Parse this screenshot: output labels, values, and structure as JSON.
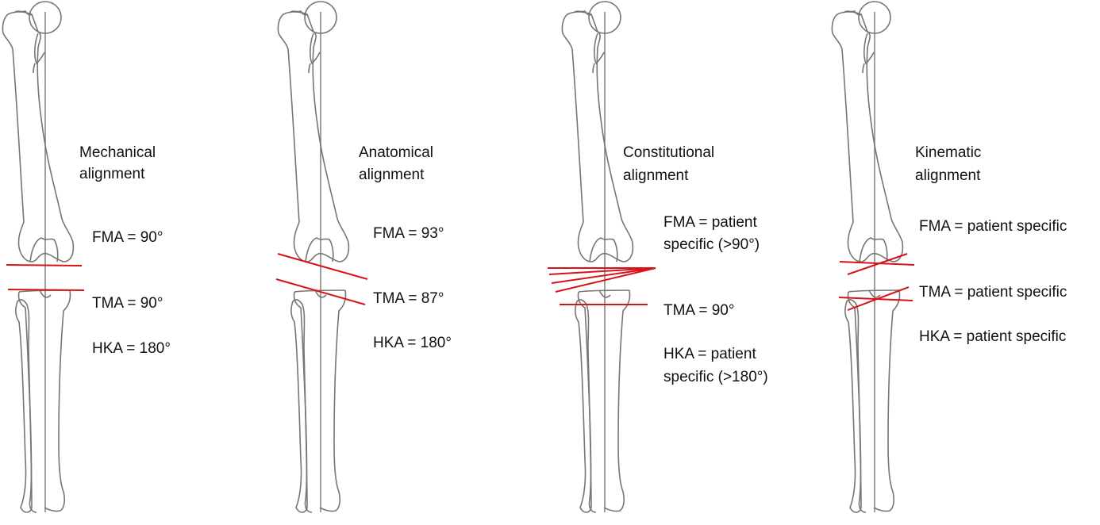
{
  "colors": {
    "bone": "#7a7472",
    "cut_line": "#d8121b",
    "text": "#111111"
  },
  "panels": [
    {
      "title": [
        "Mechanical",
        "alignment"
      ],
      "fma": [
        "FMA = 90°"
      ],
      "tma": [
        "TMA = 90°"
      ],
      "hka": [
        "HKA = 180°"
      ]
    },
    {
      "title": [
        "Anatomical",
        "alignment"
      ],
      "fma": [
        "FMA = 93°"
      ],
      "tma": [
        "TMA = 87°"
      ],
      "hka": [
        "HKA = 180°"
      ]
    },
    {
      "title": [
        "Constitutional",
        "alignment"
      ],
      "fma": [
        "FMA = patient",
        "specific (>90°)"
      ],
      "tma": [
        "TMA = 90°"
      ],
      "hka": [
        "HKA = patient",
        "specific (>180°)"
      ]
    },
    {
      "title": [
        "Kinematic",
        "alignment"
      ],
      "fma": [
        "FMA = patient specific"
      ],
      "tma": [
        "TMA = patient specific"
      ],
      "hka": [
        "HKA = patient specific"
      ]
    }
  ]
}
